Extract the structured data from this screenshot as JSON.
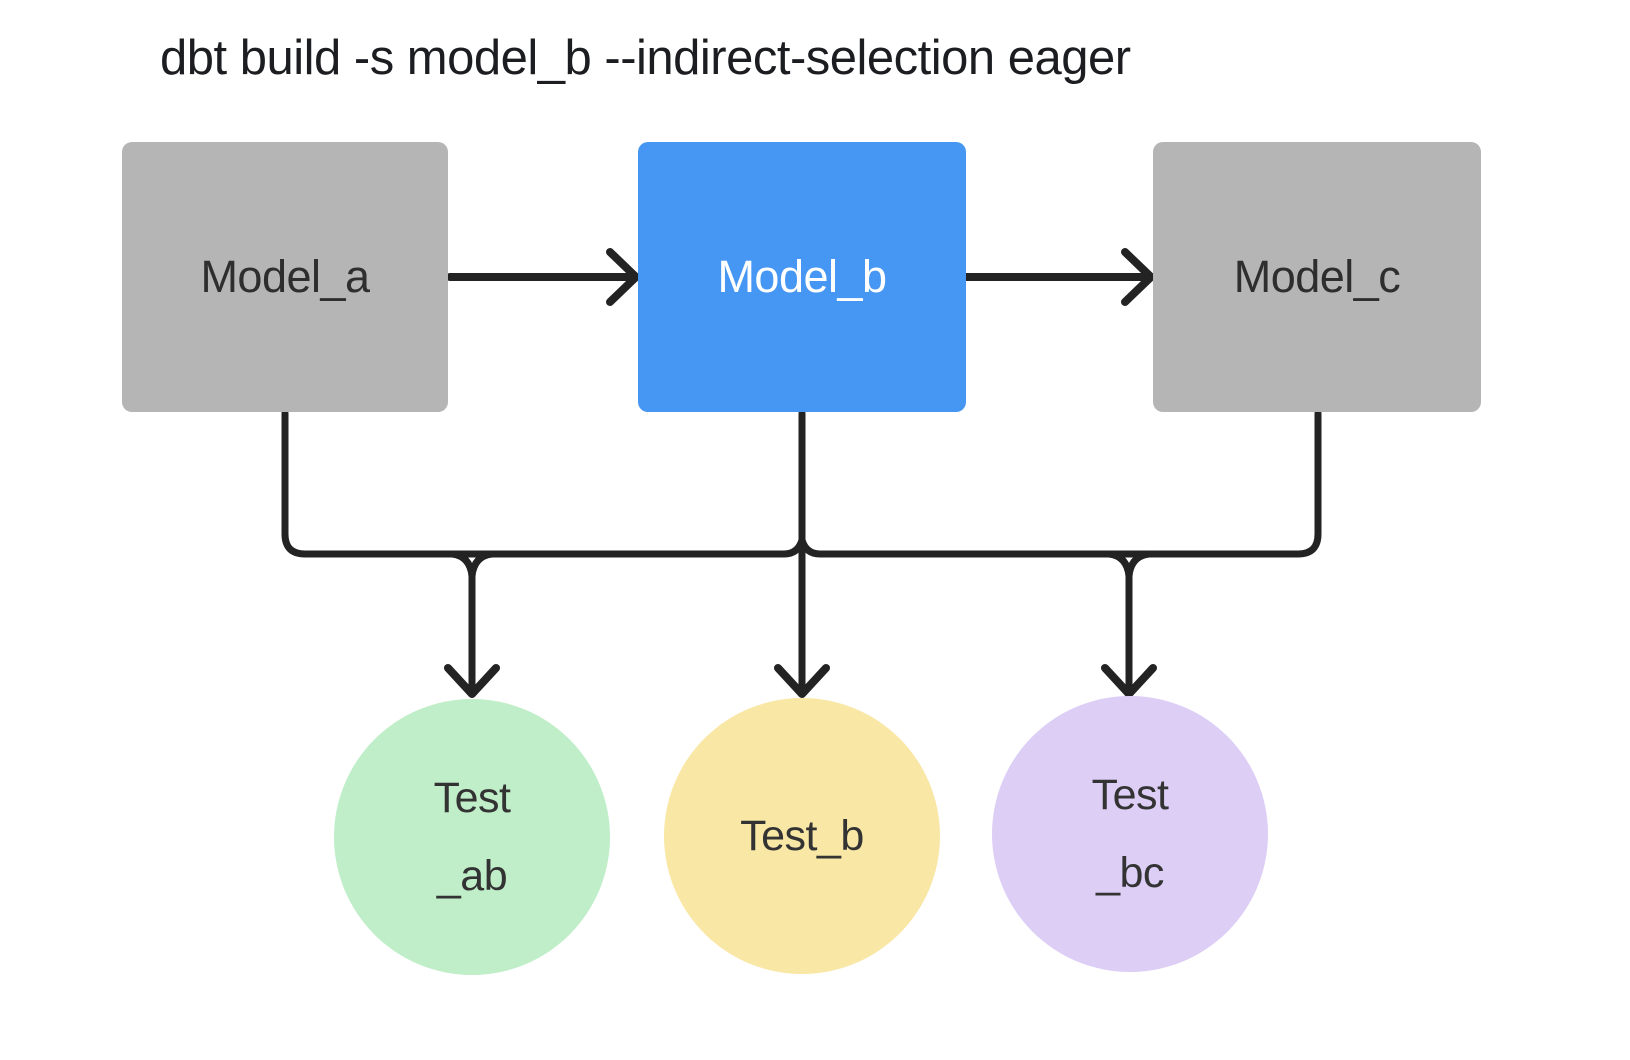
{
  "title": "dbt build -s model_b --indirect-selection eager",
  "colors": {
    "background": "#ffffff",
    "connector": "#232323",
    "node_gray": "#b5b5b5",
    "node_selected_blue": "#4697f3"
  },
  "models": [
    {
      "id": "model_a",
      "label": "Model_a",
      "fill": "#b5b5b5",
      "text_color": "#2e2e2e",
      "selected": false
    },
    {
      "id": "model_b",
      "label": "Model_b",
      "fill": "#4697f3",
      "text_color": "#ffffff",
      "selected": true
    },
    {
      "id": "model_c",
      "label": "Model_c",
      "fill": "#b5b5b5",
      "text_color": "#2e2e2e",
      "selected": false
    }
  ],
  "tests": [
    {
      "id": "test_ab",
      "lines": [
        "Test",
        "_ab"
      ],
      "fill": "#bfeec8",
      "text_color": "#333333"
    },
    {
      "id": "test_b",
      "lines": [
        "Test_b"
      ],
      "fill": "#f9e7a6",
      "text_color": "#333333"
    },
    {
      "id": "test_bc",
      "lines": [
        "Test",
        "_bc"
      ],
      "fill": "#ddcef6",
      "text_color": "#333333"
    }
  ],
  "connections": {
    "model_chain": [
      "Model_a",
      "Model_b",
      "Model_c"
    ],
    "bus_sources": [
      "Model_a",
      "Model_b",
      "Model_c"
    ],
    "bus_targets": [
      "Test_ab",
      "Test_b",
      "Test_bc"
    ]
  }
}
